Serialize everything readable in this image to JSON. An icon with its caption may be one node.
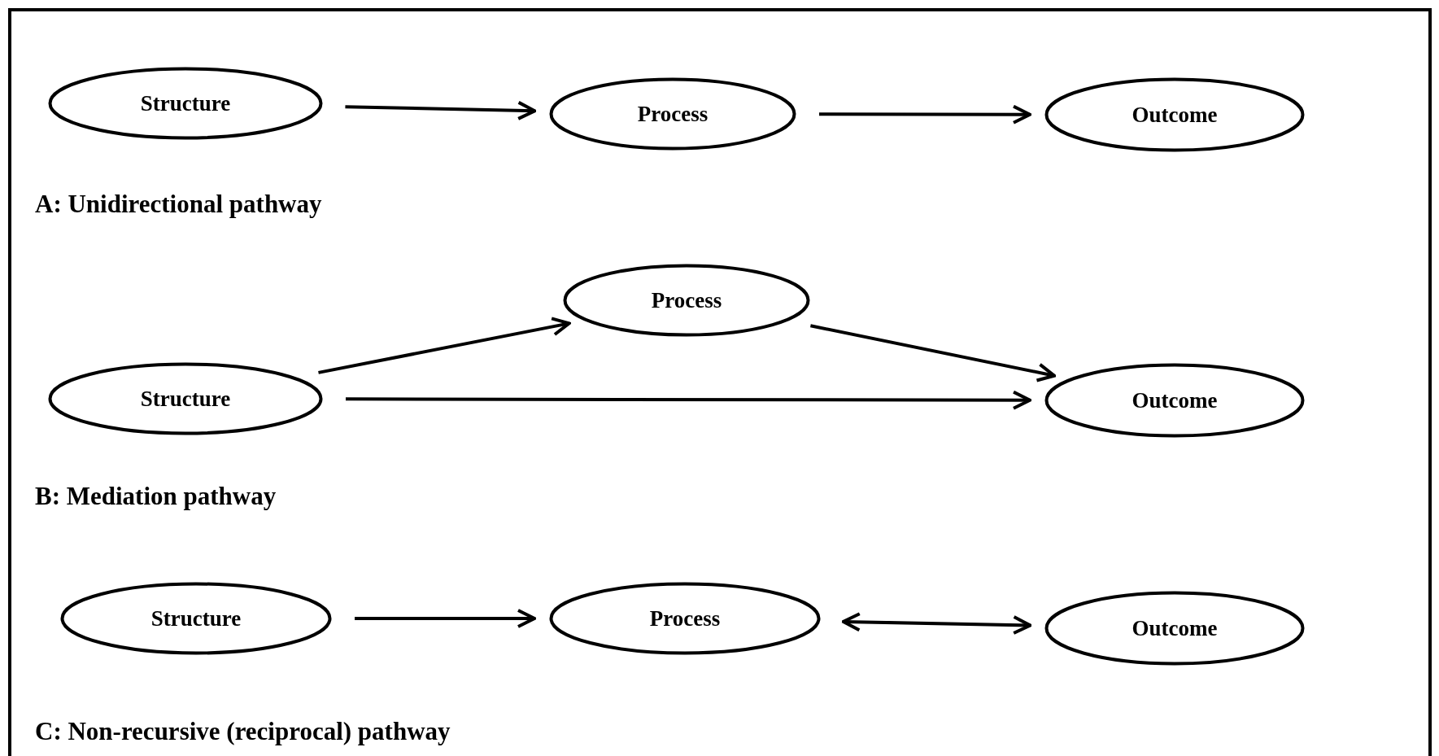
{
  "diagram": {
    "nodes": [
      {
        "text": [
          "Structure"
        ]
      },
      {
        "text": [
          "Process"
        ]
      },
      {
        "text": [
          "Outcome"
        ]
      },
      {
        "text": [
          "Process"
        ]
      },
      {
        "text": [
          "Structure"
        ]
      },
      {
        "text": [
          "Outcome"
        ]
      },
      {
        "text": [
          "Structure"
        ]
      },
      {
        "text": [
          "Process"
        ]
      },
      {
        "text": [
          "Outcome"
        ]
      }
    ],
    "edges": [
      {
        "from": 0,
        "to": 1,
        "arrow": "to"
      },
      {
        "from": 1,
        "to": 2,
        "arrow": "to"
      },
      {
        "from": 4,
        "to": 3,
        "arrow": "to"
      },
      {
        "from": 3,
        "to": 5,
        "arrow": "to"
      },
      {
        "from": 4,
        "to": 5,
        "arrow": "to"
      },
      {
        "from": 6,
        "to": 7,
        "arrow": "to"
      },
      {
        "from": 7,
        "to": 8,
        "arrow": "both"
      }
    ],
    "labels": [
      "A: Unidirectional pathway",
      "B: Mediation pathway",
      "C: Non-recursive (reciprocal) pathway"
    ]
  }
}
